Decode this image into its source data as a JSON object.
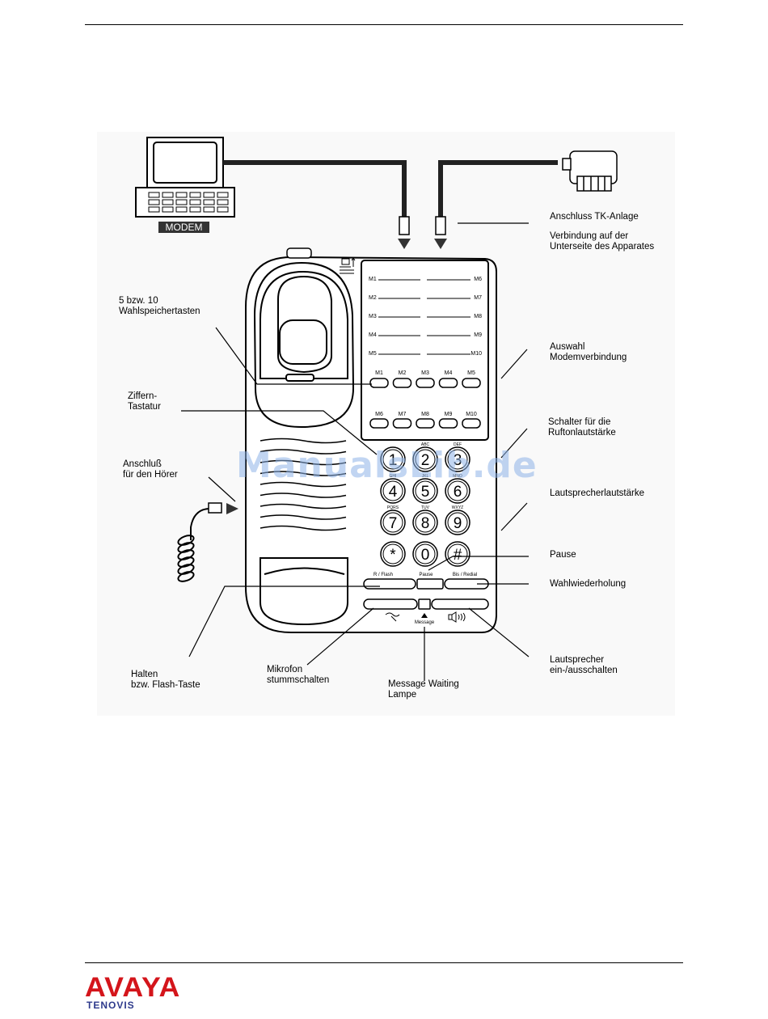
{
  "labels": {
    "modem": "MODEM",
    "anschluss_tk": "Anschluss TK-Anlage",
    "verbindung": "Verbindung auf der\nUnterseite des Apparates",
    "wahlspeicher": "5 bzw. 10\nWahlspeichertasten",
    "auswahl_modem": "Auswahl\nModemverbindung",
    "ziffern": "Ziffern-\nTastatur",
    "rufton": "Schalter für die\nRuftonlautstärke",
    "hoerer": "Anschluß\nfür den Hörer",
    "lautsprecher_laut": "Lautsprecherlautstärke",
    "pause": "Pause",
    "wahlwiederholung": "Wahlwiederholung",
    "halten": "Halten\nbzw. Flash-Taste",
    "mikrofon": "Mikrofon\nstummschalten",
    "message_lampe": "Message Waiting\nLampe",
    "lautsprecher_ein": "Lautsprecher\nein-/ausschalten"
  },
  "memory_left": [
    "M1",
    "M2",
    "M3",
    "M4",
    "M5"
  ],
  "memory_right": [
    "M6",
    "M7",
    "M8",
    "M9",
    "M10"
  ],
  "keypad": [
    {
      "digit": "1",
      "letters": ""
    },
    {
      "digit": "2",
      "letters": "ABC"
    },
    {
      "digit": "3",
      "letters": "DEF"
    },
    {
      "digit": "4",
      "letters": "GHI"
    },
    {
      "digit": "5",
      "letters": "JKL"
    },
    {
      "digit": "6",
      "letters": "MNO"
    },
    {
      "digit": "7",
      "letters": "PQRS"
    },
    {
      "digit": "8",
      "letters": "TUV"
    },
    {
      "digit": "9",
      "letters": "WXYZ"
    },
    {
      "digit": "*",
      "letters": ""
    },
    {
      "digit": "0",
      "letters": ""
    },
    {
      "digit": "#",
      "letters": ""
    }
  ],
  "func_keys": {
    "flash": "R / Flash",
    "pause": "Pause",
    "redial": "Bis / Redial",
    "message": "Message"
  },
  "watermark": "ManualsLib.de",
  "logo": {
    "main": "AVAYA",
    "sub": "TENOVIS"
  }
}
